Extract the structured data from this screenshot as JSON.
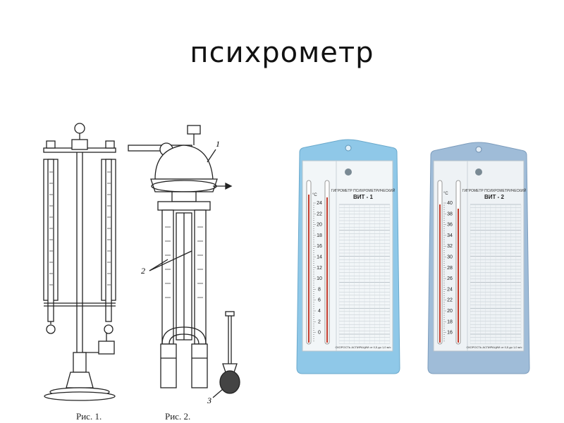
{
  "slide": {
    "title": "психрометр"
  },
  "figure1": {
    "caption": "Рис. 1."
  },
  "figure2": {
    "caption": "Рис. 2.",
    "labels": {
      "l1": "1",
      "l2": "2",
      "l3": "3"
    }
  },
  "device1": {
    "model": "ВИТ - 1",
    "header": "ГИГРОМЕТР ПСИХРОМЕТРИЧЕСКИЙ",
    "unit": "°C",
    "scale": [
      "24",
      "22",
      "20",
      "18",
      "16",
      "14",
      "12",
      "10",
      "8",
      "6",
      "4",
      "2",
      "0"
    ],
    "bottom": "СКОРОСТЬ АСПИРАЦИИ от 0,5 до 1,0 м/с",
    "colors": {
      "frame": "#8fc8e8",
      "panel": "#f2f6f8"
    }
  },
  "device2": {
    "model": "ВИТ - 2",
    "header": "ГИГРОМЕТР ПСИХРОМЕТРИЧЕСКИЙ",
    "unit": "°C",
    "scale": [
      "40",
      "38",
      "36",
      "34",
      "32",
      "30",
      "28",
      "26",
      "24",
      "22",
      "20",
      "18",
      "16"
    ],
    "bottom": "СКОРОСТЬ АСПИРАЦИИ от 0,5 до 1,0 м/с",
    "colors": {
      "frame": "#9fbcd8",
      "panel": "#eef2f5"
    }
  }
}
